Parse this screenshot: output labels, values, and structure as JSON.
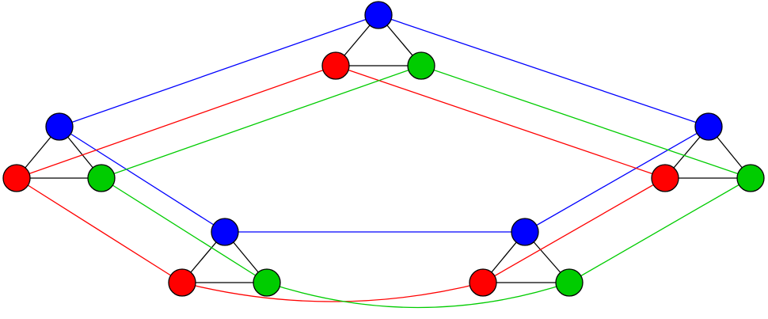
{
  "colors": {
    "blue": "#0000ff",
    "red": "#ff0000",
    "green": "#00cc00",
    "black": "#000000"
  },
  "groups": [
    {
      "id": "top",
      "nodes": [
        "top-blue",
        "top-red",
        "top-green"
      ]
    },
    {
      "id": "left",
      "nodes": [
        "left-blue",
        "left-red",
        "left-green"
      ]
    },
    {
      "id": "right",
      "nodes": [
        "right-blue",
        "right-red",
        "right-green"
      ]
    },
    {
      "id": "bottom-left",
      "nodes": [
        "bl-blue",
        "bl-red",
        "bl-green"
      ]
    },
    {
      "id": "bottom-right",
      "nodes": [
        "br-blue",
        "br-red",
        "br-green"
      ]
    }
  ],
  "nodes": [
    {
      "id": "top-blue",
      "color": "blue"
    },
    {
      "id": "top-red",
      "color": "red"
    },
    {
      "id": "top-green",
      "color": "green"
    },
    {
      "id": "left-blue",
      "color": "blue"
    },
    {
      "id": "left-red",
      "color": "red"
    },
    {
      "id": "left-green",
      "color": "green"
    },
    {
      "id": "right-blue",
      "color": "blue"
    },
    {
      "id": "right-red",
      "color": "red"
    },
    {
      "id": "right-green",
      "color": "green"
    },
    {
      "id": "bl-blue",
      "color": "blue"
    },
    {
      "id": "bl-red",
      "color": "red"
    },
    {
      "id": "bl-green",
      "color": "green"
    },
    {
      "id": "br-blue",
      "color": "blue"
    },
    {
      "id": "br-red",
      "color": "red"
    },
    {
      "id": "br-green",
      "color": "green"
    }
  ],
  "edges": [
    {
      "from": "top-blue",
      "to": "top-red",
      "color": "black"
    },
    {
      "from": "top-blue",
      "to": "top-green",
      "color": "black"
    },
    {
      "from": "top-red",
      "to": "top-green",
      "color": "black"
    },
    {
      "from": "left-blue",
      "to": "left-red",
      "color": "black"
    },
    {
      "from": "left-blue",
      "to": "left-green",
      "color": "black"
    },
    {
      "from": "left-red",
      "to": "left-green",
      "color": "black"
    },
    {
      "from": "right-blue",
      "to": "right-red",
      "color": "black"
    },
    {
      "from": "right-blue",
      "to": "right-green",
      "color": "black"
    },
    {
      "from": "right-red",
      "to": "right-green",
      "color": "black"
    },
    {
      "from": "bl-blue",
      "to": "bl-red",
      "color": "black"
    },
    {
      "from": "bl-blue",
      "to": "bl-green",
      "color": "black"
    },
    {
      "from": "bl-red",
      "to": "bl-green",
      "color": "black"
    },
    {
      "from": "br-blue",
      "to": "br-red",
      "color": "black"
    },
    {
      "from": "br-blue",
      "to": "br-green",
      "color": "black"
    },
    {
      "from": "br-red",
      "to": "br-green",
      "color": "black"
    },
    {
      "from": "top-blue",
      "to": "left-blue",
      "color": "blue"
    },
    {
      "from": "top-blue",
      "to": "right-blue",
      "color": "blue"
    },
    {
      "from": "left-blue",
      "to": "bl-blue",
      "color": "blue"
    },
    {
      "from": "bl-blue",
      "to": "br-blue",
      "color": "blue"
    },
    {
      "from": "br-blue",
      "to": "right-blue",
      "color": "blue"
    },
    {
      "from": "top-red",
      "to": "left-red",
      "color": "red"
    },
    {
      "from": "top-red",
      "to": "right-red",
      "color": "red"
    },
    {
      "from": "left-red",
      "to": "bl-red",
      "color": "red"
    },
    {
      "from": "bl-red",
      "to": "br-red",
      "color": "red",
      "curved": true
    },
    {
      "from": "br-red",
      "to": "right-red",
      "color": "red"
    },
    {
      "from": "top-green",
      "to": "left-green",
      "color": "green"
    },
    {
      "from": "top-green",
      "to": "right-green",
      "color": "green"
    },
    {
      "from": "left-green",
      "to": "bl-green",
      "color": "green"
    },
    {
      "from": "bl-green",
      "to": "br-green",
      "color": "green",
      "curved": true
    },
    {
      "from": "br-green",
      "to": "right-green",
      "color": "green"
    }
  ]
}
